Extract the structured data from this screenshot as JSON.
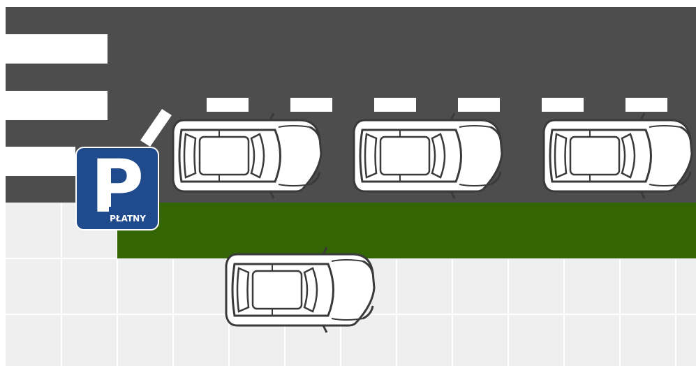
{
  "scene": {
    "description_free": true,
    "colors": {
      "road": "#4d4d4d",
      "sidewalk": "#efefef",
      "sidewalk_grid": "#ffffff",
      "grass": "#346505",
      "marking": "#ffffff",
      "car_body": "#ffffff",
      "car_outline": "#3a3a3a",
      "sign_blue": "#1f4a8c",
      "sign_text": "#ffffff"
    },
    "sign": {
      "letter": "P",
      "label": "PŁATNY",
      "icon": "parking-sign-icon"
    },
    "parked_cars_on_street": 3,
    "cars_on_sidewalk": 1
  }
}
